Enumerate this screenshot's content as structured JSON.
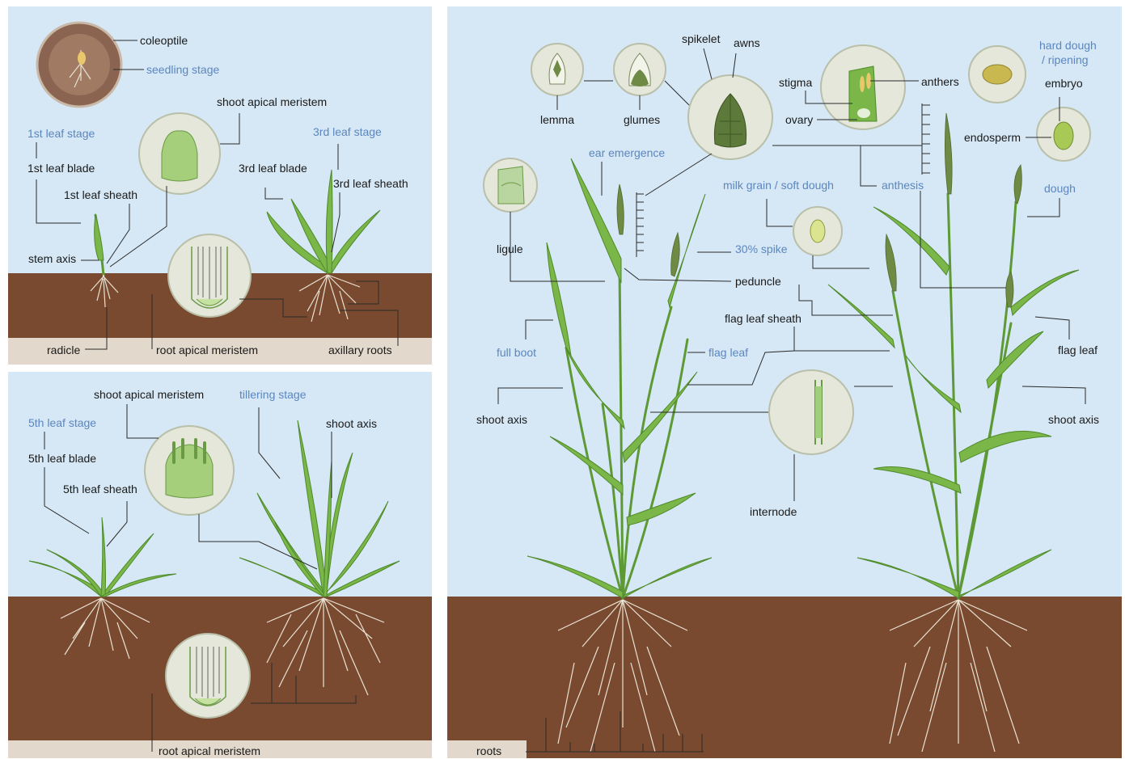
{
  "colors": {
    "sky": "#d6e8f5",
    "soil": "#7a4a30",
    "soil_dark": "#6a3d26",
    "base_strip": "#e2d8cc",
    "leaf_green": "#7ab648",
    "stage_label_blue": "#5b86c0",
    "label_black": "#1a1a1a"
  },
  "panel_top_left": {
    "labels": {
      "coleoptile": "coleoptile",
      "seedling_stage": "seedling stage",
      "shoot_apical_meristem": "shoot apical meristem",
      "first_leaf_stage": "1st leaf stage",
      "first_leaf_blade": "1st leaf blade",
      "first_leaf_sheath": "1st leaf sheath",
      "third_leaf_stage": "3rd leaf stage",
      "third_leaf_blade": "3rd leaf blade",
      "third_leaf_sheath": "3rd leaf sheath",
      "stem_axis": "stem axis",
      "radicle": "radicle",
      "root_apical_meristem": "root apical meristem",
      "axillary_roots": "axillary roots"
    }
  },
  "panel_bottom_left": {
    "labels": {
      "shoot_apical_meristem": "shoot apical meristem",
      "tillering_stage": "tillering stage",
      "fifth_leaf_stage": "5th leaf stage",
      "fifth_leaf_blade": "5th leaf blade",
      "fifth_leaf_sheath": "5th leaf sheath",
      "shoot_axis": "shoot axis",
      "root_apical_meristem": "root apical meristem"
    }
  },
  "panel_right": {
    "labels": {
      "spikelet": "spikelet",
      "awns": "awns",
      "lemma": "lemma",
      "glumes": "glumes",
      "stigma": "stigma",
      "anthers": "anthers",
      "ovary": "ovary",
      "hard_dough": "hard dough",
      "ripening": "/ ripening",
      "embryo": "embryo",
      "endosperm": "endosperm",
      "dough": "dough",
      "ear_emergence": "ear emergence",
      "milk_grain": "milk grain / soft dough",
      "anthesis": "anthesis",
      "ligule": "ligule",
      "spike_30": "30% spike",
      "peduncle": "peduncle",
      "flag_leaf_sheath": "flag leaf sheath",
      "full_boot": "full boot",
      "flag_leaf_left": "flag leaf",
      "flag_leaf_right": "flag leaf",
      "shoot_axis_left": "shoot axis",
      "shoot_axis_right": "shoot axis",
      "internode": "internode",
      "roots": "roots"
    }
  }
}
